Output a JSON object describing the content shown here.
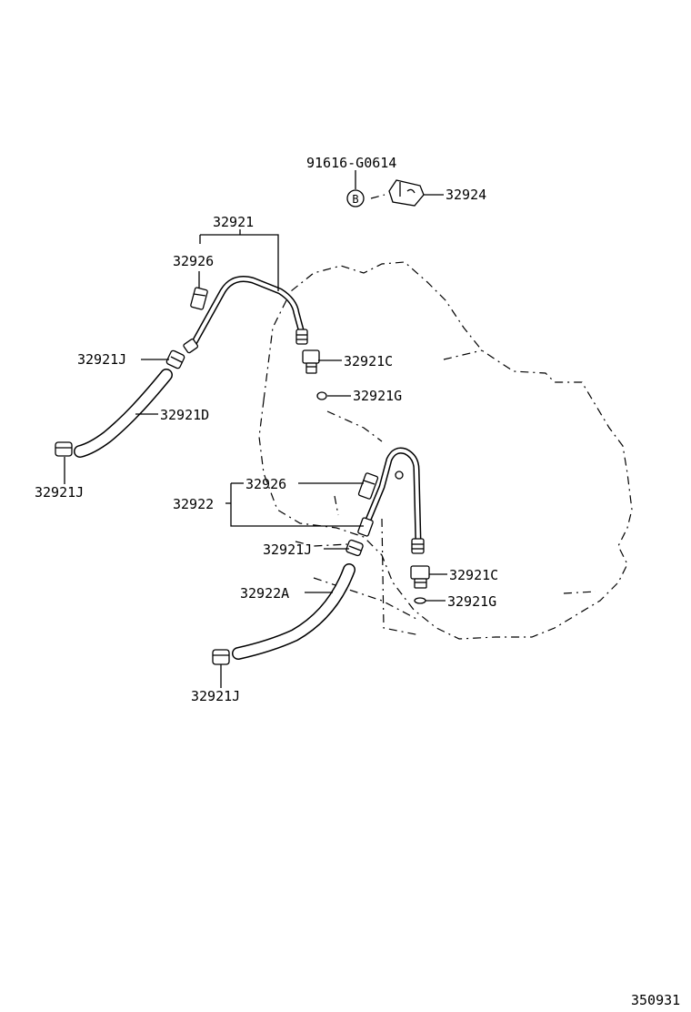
{
  "labels": {
    "bolt": "91616-G0614",
    "ref_b": "B",
    "bracket": "32924",
    "tube_upper": "32921",
    "clip_upper": "32926",
    "clamp_upper": "32921J",
    "union_upper": "32921C",
    "gasket_upper": "32921G",
    "hose_upper": "32921D",
    "clamp_upper_end": "32921J",
    "tube_lower": "32922",
    "clip_lower": "32926",
    "clamp_lower": "32921J",
    "union_lower": "32921C",
    "gasket_lower": "32921G",
    "hose_lower": "32922A",
    "clamp_lower_end": "32921J",
    "diagram_code": "350931"
  }
}
